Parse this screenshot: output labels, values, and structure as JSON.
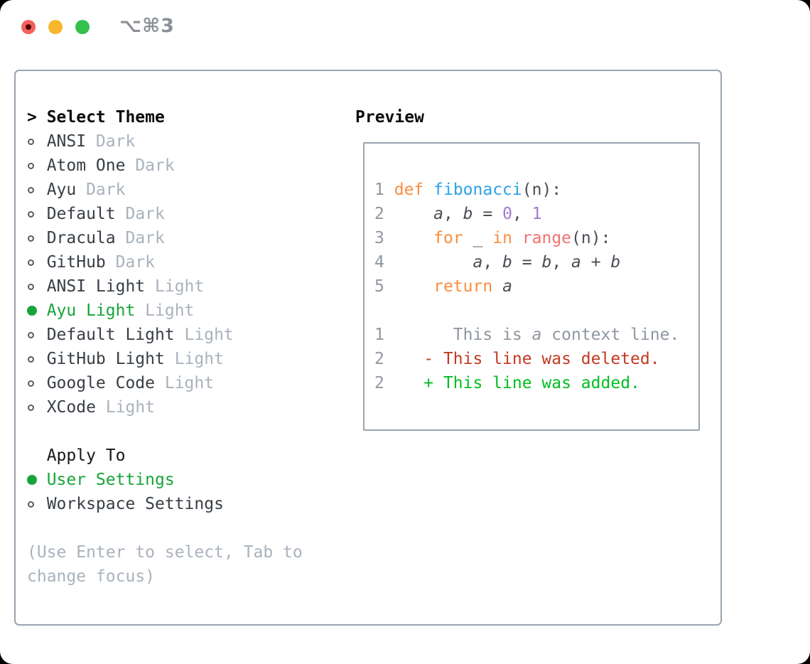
{
  "titlebar": {
    "shortcut": "⌥⌘3",
    "buttons": [
      {
        "name": "close",
        "color": "#f2615c",
        "dot": true
      },
      {
        "name": "minimize",
        "color": "#f8b62d",
        "dot": false
      },
      {
        "name": "zoom",
        "color": "#34c04b",
        "dot": false
      }
    ]
  },
  "theme_picker": {
    "prompt": ">",
    "title": "Select Theme",
    "items": [
      {
        "label": "ANSI",
        "tag": "Dark",
        "selected": false
      },
      {
        "label": "Atom One",
        "tag": "Dark",
        "selected": false
      },
      {
        "label": "Ayu",
        "tag": "Dark",
        "selected": false
      },
      {
        "label": "Default",
        "tag": "Dark",
        "selected": false
      },
      {
        "label": "Dracula",
        "tag": "Dark",
        "selected": false
      },
      {
        "label": "GitHub",
        "tag": "Dark",
        "selected": false
      },
      {
        "label": "ANSI Light",
        "tag": "Light",
        "selected": false
      },
      {
        "label": "Ayu Light",
        "tag": "Light",
        "selected": true
      },
      {
        "label": "Default Light",
        "tag": "Light",
        "selected": false
      },
      {
        "label": "GitHub Light",
        "tag": "Light",
        "selected": false
      },
      {
        "label": "Google Code",
        "tag": "Light",
        "selected": false
      },
      {
        "label": "XCode",
        "tag": "Light",
        "selected": false
      }
    ]
  },
  "apply_to": {
    "title": "Apply To",
    "options": [
      {
        "label": "User Settings",
        "selected": true
      },
      {
        "label": "Workspace Settings",
        "selected": false
      }
    ]
  },
  "hint": {
    "lines": [
      "(Use Enter to select, Tab to",
      "change focus)"
    ]
  },
  "preview": {
    "title": "Preview",
    "code_lines": [
      [
        [
          "1",
          "ln"
        ],
        [
          " ",
          "pl"
        ],
        [
          "def",
          "kw"
        ],
        [
          " ",
          "pl"
        ],
        [
          "fibonacci",
          "fn"
        ],
        [
          "(n):",
          "pl"
        ]
      ],
      [
        [
          "2",
          "ln"
        ],
        [
          "     ",
          "pl"
        ],
        [
          "a",
          "var"
        ],
        [
          ", ",
          "pl"
        ],
        [
          "b",
          "var"
        ],
        [
          " = ",
          "pl"
        ],
        [
          "0",
          "num"
        ],
        [
          ", ",
          "pl"
        ],
        [
          "1",
          "num"
        ]
      ],
      [
        [
          "3",
          "ln"
        ],
        [
          "     ",
          "pl"
        ],
        [
          "for",
          "kw"
        ],
        [
          " ",
          "pl"
        ],
        [
          "_",
          "pl"
        ],
        [
          " ",
          "pl"
        ],
        [
          "in",
          "kw"
        ],
        [
          " ",
          "pl"
        ],
        [
          "range",
          "call"
        ],
        [
          "(n):",
          "pl"
        ]
      ],
      [
        [
          "4",
          "ln"
        ],
        [
          "         ",
          "pl"
        ],
        [
          "a",
          "var"
        ],
        [
          ", ",
          "pl"
        ],
        [
          "b",
          "var"
        ],
        [
          " = ",
          "pl"
        ],
        [
          "b",
          "var"
        ],
        [
          ", ",
          "pl"
        ],
        [
          "a",
          "var"
        ],
        [
          " + ",
          "pl"
        ],
        [
          "b",
          "var"
        ]
      ],
      [
        [
          "5",
          "ln"
        ],
        [
          "     ",
          "pl"
        ],
        [
          "return",
          "kw"
        ],
        [
          " ",
          "pl"
        ],
        [
          "a",
          "var"
        ]
      ],
      [],
      [
        [
          "1",
          "ln"
        ],
        [
          "       ",
          "ctx"
        ],
        [
          "This is ",
          "ctx"
        ],
        [
          "a",
          "ctxi"
        ],
        [
          " context line.",
          "ctx"
        ]
      ],
      [
        [
          "2",
          "ln"
        ],
        [
          "    ",
          "del"
        ],
        [
          "- This line was deleted.",
          "del"
        ]
      ],
      [
        [
          "2",
          "ln"
        ],
        [
          "    ",
          "add"
        ],
        [
          "+ This line was added.",
          "add"
        ]
      ]
    ]
  },
  "colors": {
    "accent_green": "#16a43a",
    "added_green": "#00bd22",
    "deleted_red": "#c23a22",
    "keyword_orange": "#fa8d3e",
    "function_blue": "#2fa1e8",
    "number_purple": "#a37acc",
    "call_coral": "#f07171",
    "code_default": "#484e55",
    "muted_gray": "#a9b2bc",
    "line_number_gray": "#8f97a1",
    "panel_border_gray": "#9aa4ae",
    "traffic_red": "#f2615c",
    "traffic_yellow": "#f8b62d",
    "traffic_green": "#34c04b"
  }
}
